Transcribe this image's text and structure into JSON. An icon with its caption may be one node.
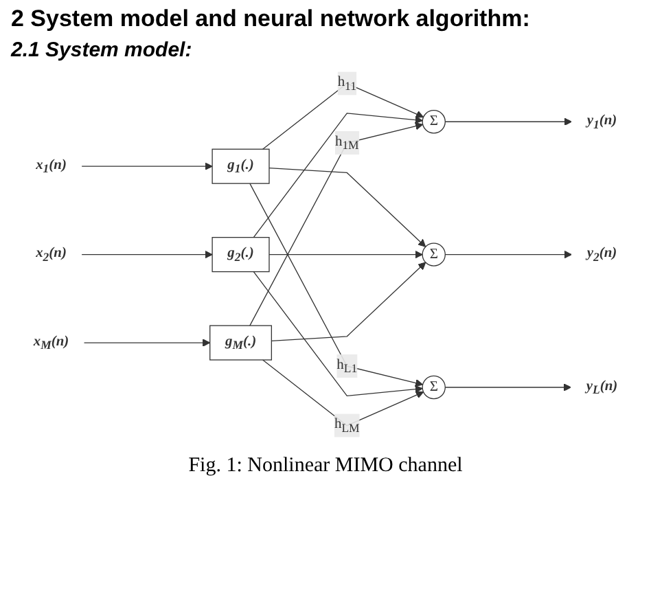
{
  "diagram": {
    "title": "2 System model and neural network algorithm:",
    "caption": "Fig. 1: Nonlinear MIMO channel",
    "nodes": [
      {
        "text": [
          "x$_{1}$(n)"
        ]
      },
      {
        "text": [
          "g$_{1}$(.)"
        ]
      },
      {
        "text": [
          "x$_{2}$(n)"
        ]
      },
      {
        "text": [
          "g$_{2}$(.)"
        ]
      },
      {
        "text": [
          "x$_{M}$(n)"
        ]
      },
      {
        "text": [
          "g$_{M}$(.)"
        ]
      },
      {
        "text": [
          "Σ"
        ]
      },
      {
        "text": [
          "Σ"
        ]
      },
      {
        "text": [
          "Σ"
        ]
      },
      {
        "text": [
          "y$_{1}$(n)"
        ]
      },
      {
        "text": [
          "y$_{2}$(n)"
        ]
      },
      {
        "text": [
          "y$_{L}$(n)"
        ]
      }
    ],
    "edges": [
      {
        "from": 0,
        "to": 1,
        "arrow": "to"
      },
      {
        "from": 2,
        "to": 3,
        "arrow": "to"
      },
      {
        "from": 4,
        "to": 5,
        "arrow": "to"
      },
      {
        "from": 1,
        "to": 6,
        "arrow": "to",
        "label": "h$_{11}$"
      },
      {
        "from": 1,
        "to": 7,
        "arrow": "to"
      },
      {
        "from": 1,
        "to": 8,
        "arrow": "to",
        "label": "h$_{L1}$"
      },
      {
        "from": 3,
        "to": 6,
        "arrow": "to"
      },
      {
        "from": 3,
        "to": 7,
        "arrow": "to"
      },
      {
        "from": 3,
        "to": 8,
        "arrow": "to"
      },
      {
        "from": 5,
        "to": 6,
        "arrow": "to",
        "label": "h$_{1M}$"
      },
      {
        "from": 5,
        "to": 7,
        "arrow": "to"
      },
      {
        "from": 5,
        "to": 8,
        "arrow": "to",
        "label": "h$_{LM}$"
      },
      {
        "from": 6,
        "to": 9,
        "arrow": "to"
      },
      {
        "from": 7,
        "to": 10,
        "arrow": "to"
      },
      {
        "from": 8,
        "to": 11,
        "arrow": "to"
      }
    ],
    "labels": [
      "2.1 System model:"
    ]
  }
}
